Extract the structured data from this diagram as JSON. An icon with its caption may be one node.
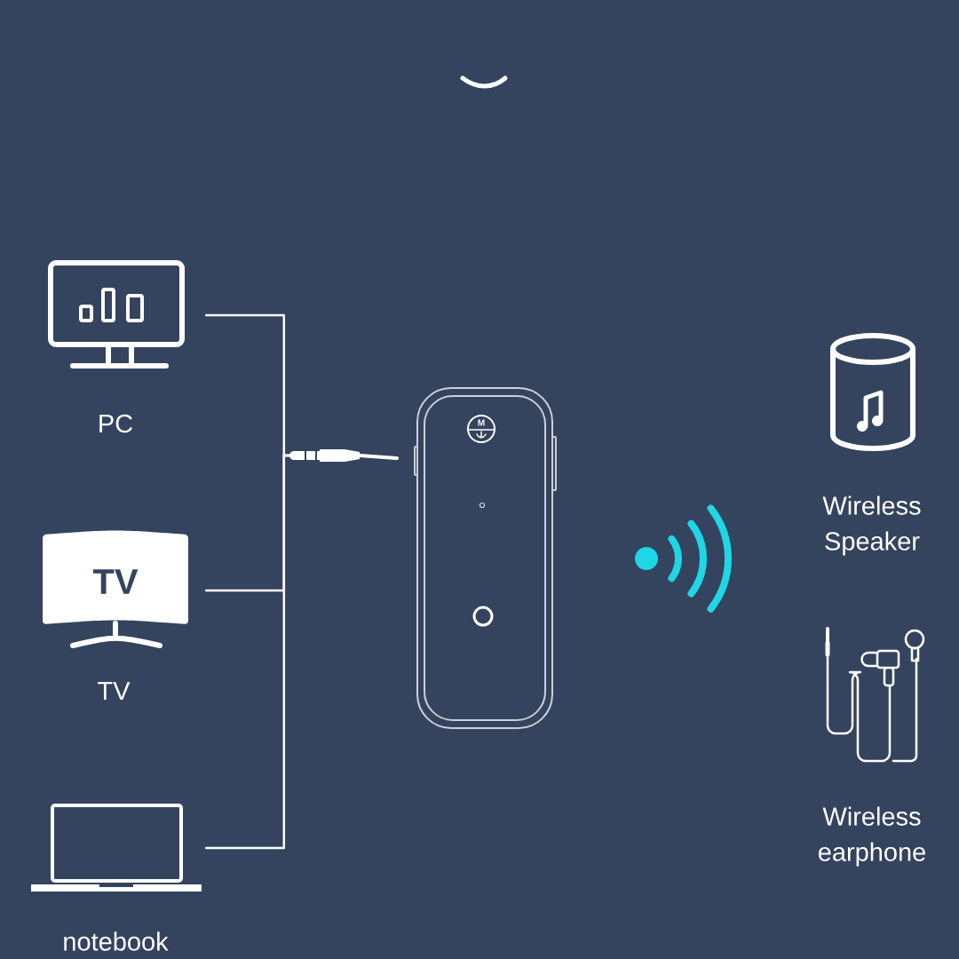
{
  "diagram": {
    "nodes": [
      {
        "text": [
          "PC"
        ]
      },
      {
        "text": [
          "TV",
          "TV"
        ]
      },
      {
        "text": [
          "notebook"
        ]
      },
      {
        "text": [],
        "shape": "plug"
      },
      {
        "text": [
          "M"
        ]
      },
      {
        "text": [
          "Wireless Speaker"
        ]
      },
      {
        "text": [
          "Wireless earphone"
        ]
      }
    ],
    "edges": [
      {
        "from": 0,
        "to": 3,
        "arrow": "none"
      },
      {
        "from": 1,
        "to": 3,
        "arrow": "none"
      },
      {
        "from": 2,
        "to": 3,
        "arrow": "none"
      }
    ]
  }
}
